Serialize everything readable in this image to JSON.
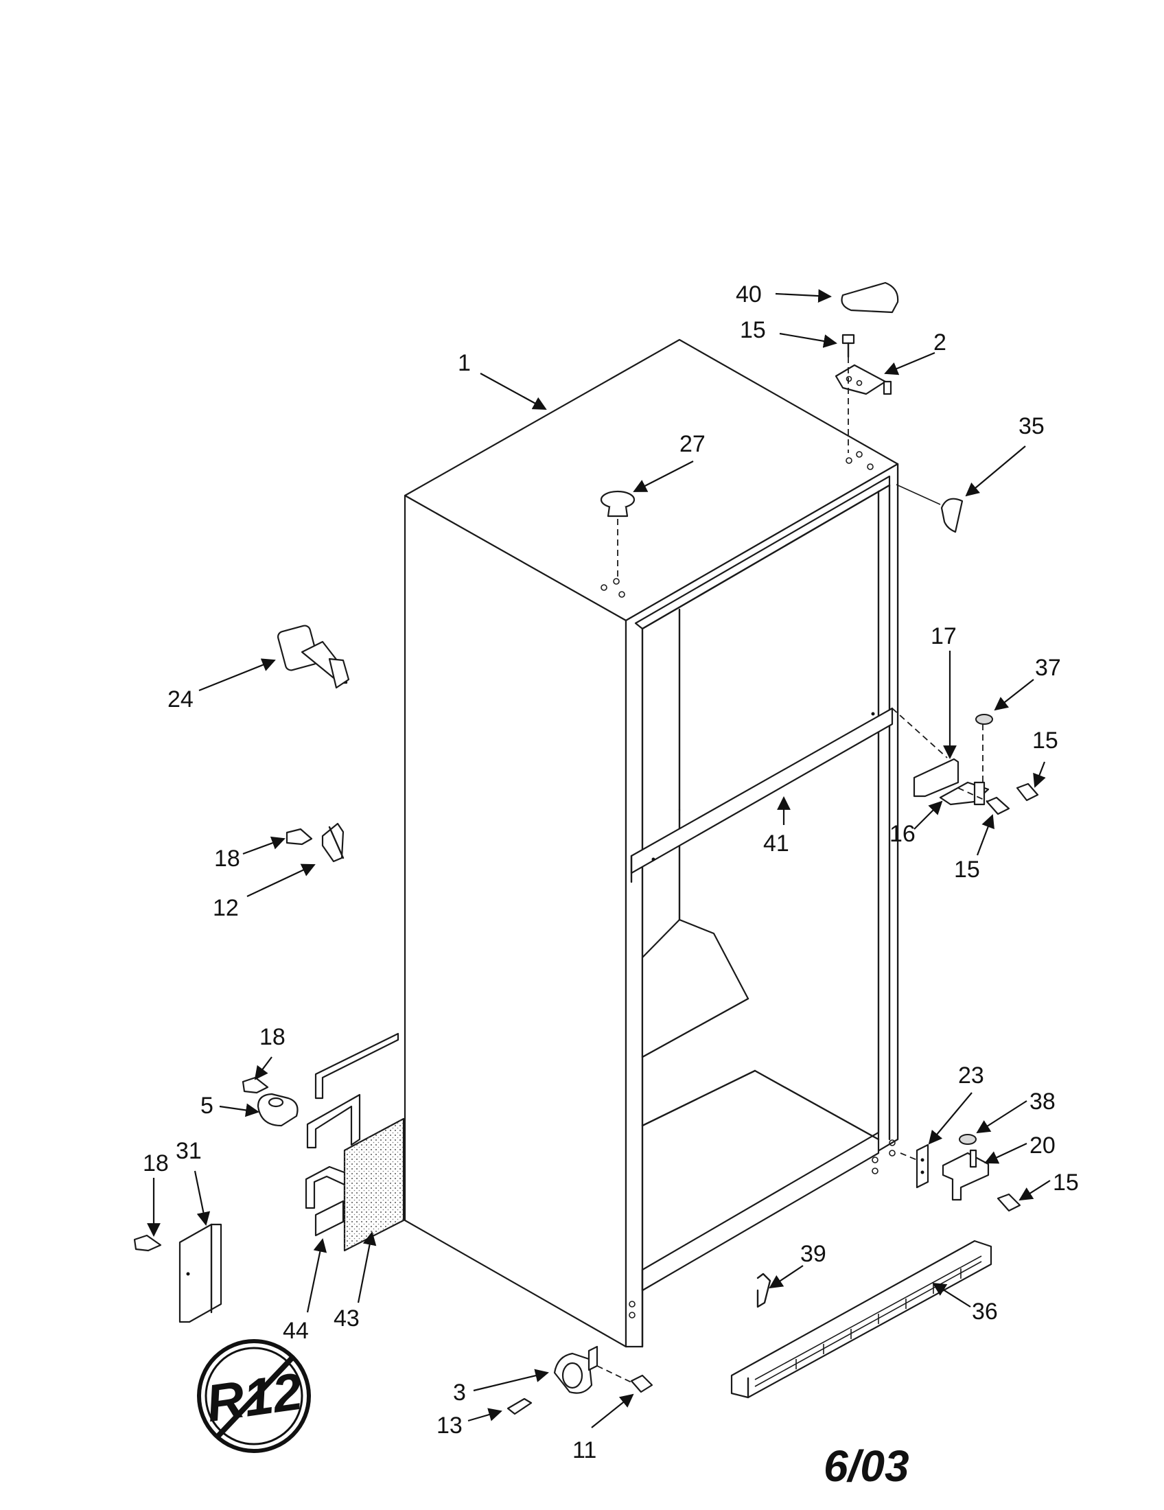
{
  "diagram": {
    "callouts": {
      "c1": "1",
      "c2": "2",
      "c3": "3",
      "c5": "5",
      "c11": "11",
      "c12": "12",
      "c13": "13",
      "c15a": "15",
      "c15b": "15",
      "c15c": "15",
      "c15d": "15",
      "c16": "16",
      "c17": "17",
      "c18a": "18",
      "c18b": "18",
      "c18c": "18",
      "c20": "20",
      "c23": "23",
      "c24": "24",
      "c27": "27",
      "c31": "31",
      "c35": "35",
      "c36": "36",
      "c37": "37",
      "c38": "38",
      "c39": "39",
      "c40": "40",
      "c41": "41",
      "c43": "43",
      "c44": "44"
    },
    "date_stamp": "6/03",
    "emblem_text": "R12"
  }
}
